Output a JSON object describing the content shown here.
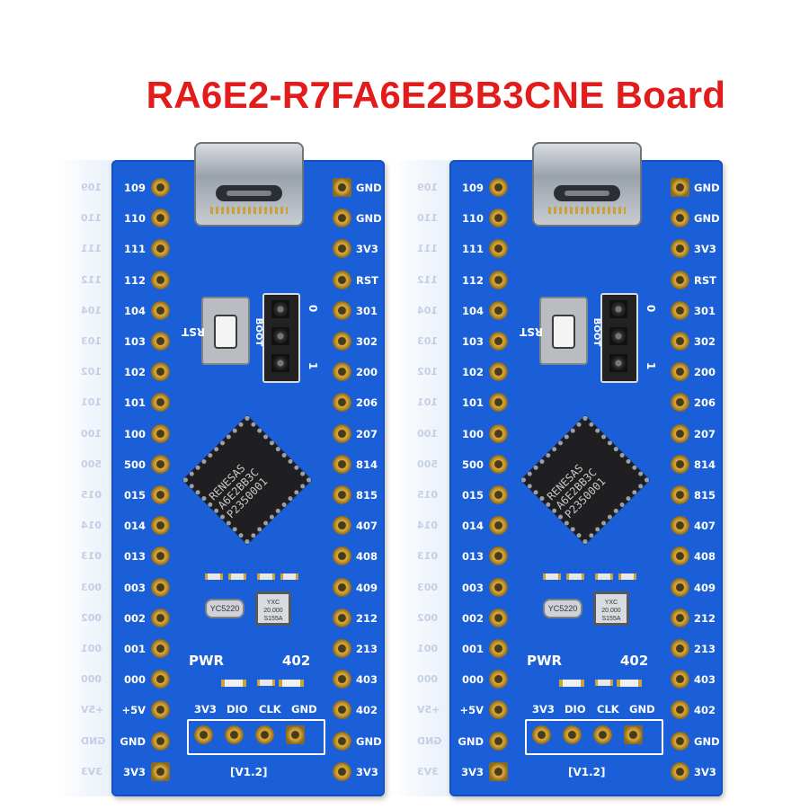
{
  "title": "RA6E2-R7FA6E2BB3CNE Board",
  "board": {
    "left_pins": [
      "109",
      "110",
      "111",
      "112",
      "104",
      "103",
      "102",
      "101",
      "100",
      "500",
      "015",
      "014",
      "013",
      "003",
      "002",
      "001",
      "000",
      "+5V",
      "GND",
      "3V3"
    ],
    "right_pins": [
      "GND",
      "GND",
      "3V3",
      "RST",
      "301",
      "302",
      "200",
      "206",
      "207",
      "814",
      "815",
      "407",
      "408",
      "409",
      "212",
      "213",
      "403",
      "402",
      "GND",
      "3V3"
    ],
    "reset_label": "RST",
    "boot_label": "BOOT",
    "boot_0": "0",
    "boot_1": "1",
    "chip_text": [
      "RENESAS",
      "A6E2BB3C",
      "P2350001"
    ],
    "crystal_label": "YC5220",
    "osc_text": [
      "YXC",
      "20.000",
      "S155A"
    ],
    "pwr_label": "PWR",
    "led_label": "402",
    "debug_labels": [
      "3V3",
      "DIO",
      "CLK",
      "GND"
    ],
    "version": "[V1.2]"
  },
  "colors": {
    "pcb": "#1a5fd8",
    "title": "#e21b1b",
    "silk": "#ffffff",
    "pad": "#c9a23d"
  }
}
